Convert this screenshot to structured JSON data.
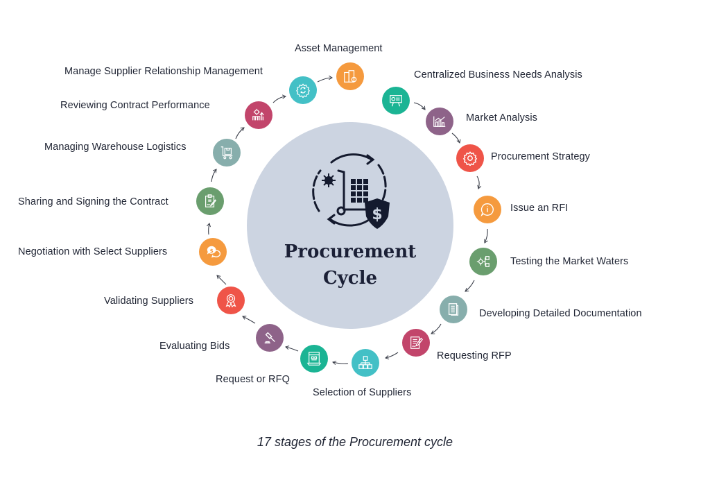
{
  "hub": {
    "title_line1": "Procurement",
    "title_line2": "Cycle",
    "color": "#ccd4e1",
    "icon": "procurement-cart-cycle-icon"
  },
  "stages": [
    {
      "index": 1,
      "label": "Asset Management",
      "icon": "buildings-icon",
      "color": "#f59a3e"
    },
    {
      "index": 2,
      "label": "Centralized Business Needs Analysis",
      "icon": "presentation-board-icon",
      "color": "#1bb494"
    },
    {
      "index": 3,
      "label": "Market Analysis",
      "icon": "bar-chart-growth-icon",
      "color": "#8e6389"
    },
    {
      "index": 4,
      "label": "Procurement Strategy",
      "icon": "gear-icon",
      "color": "#ef5448"
    },
    {
      "index": 5,
      "label": "Issue an RFI",
      "icon": "info-bubble-icon",
      "color": "#f59a3e"
    },
    {
      "index": 6,
      "label": "Testing the Market Waters",
      "icon": "gear-checklist-icon",
      "color": "#6a9e6e"
    },
    {
      "index": 7,
      "label": "Developing Detailed Documentation",
      "icon": "document-icon",
      "color": "#87aeac"
    },
    {
      "index": 8,
      "label": "Requesting RFP",
      "icon": "signed-document-icon",
      "color": "#c2456b"
    },
    {
      "index": 9,
      "label": "Selection of Suppliers",
      "icon": "hierarchy-icon",
      "color": "#43c0c6"
    },
    {
      "index": 10,
      "label": "Request or RFQ",
      "icon": "form-table-icon",
      "color": "#1bb494"
    },
    {
      "index": 11,
      "label": "Evaluating Bids",
      "icon": "gavel-icon",
      "color": "#8e6389"
    },
    {
      "index": 12,
      "label": "Validating Suppliers",
      "icon": "award-badge-icon",
      "color": "#ef5448"
    },
    {
      "index": 13,
      "label": "Negotiation with Select Suppliers",
      "icon": "chat-dollar-icon",
      "color": "#f59a3e"
    },
    {
      "index": 14,
      "label": "Sharing and Signing the Contract",
      "icon": "clipboard-sign-icon",
      "color": "#6a9e6e"
    },
    {
      "index": 15,
      "label": "Managing Warehouse Logistics",
      "icon": "cart-box-icon",
      "color": "#87aeac"
    },
    {
      "index": 16,
      "label": "Reviewing Contract Performance",
      "icon": "gear-growth-icon",
      "color": "#c2456b"
    },
    {
      "index": 17,
      "label": "Manage Supplier Relationship Management",
      "icon": "gear-cycle-icon",
      "color": "#43c0c6"
    }
  ],
  "caption": "17 stages of the Procurement cycle"
}
